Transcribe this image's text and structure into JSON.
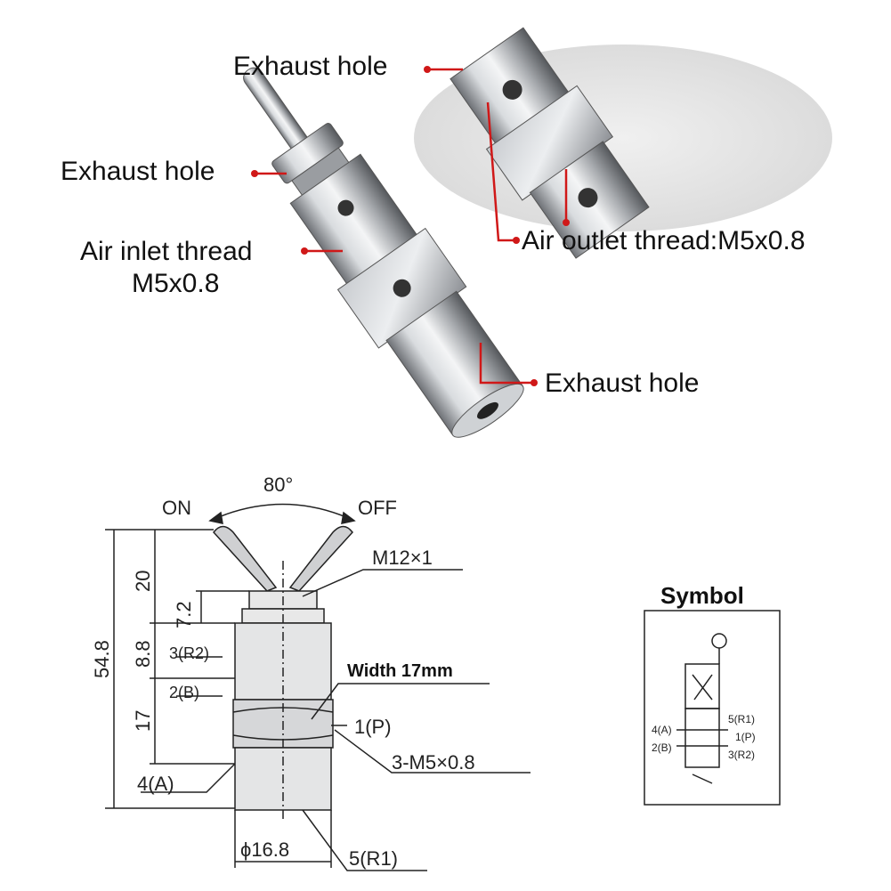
{
  "photo_callouts": {
    "exhaust_top": "Exhaust hole",
    "exhaust_side": "Exhaust hole",
    "air_inlet_line1": "Air inlet thread",
    "air_inlet_line2": "M5x0.8",
    "air_outlet": "Air outlet thread:M5x0.8",
    "exhaust_bottom": "Exhaust hole"
  },
  "drawing": {
    "angle": "80°",
    "on": "ON",
    "off": "OFF",
    "thread_top": "M12×1",
    "dim_54_8": "54.8",
    "dim_20": "20",
    "dim_7_2": "7.2",
    "dim_8_8": "8.8",
    "dim_17": "17",
    "port_3r2": "3(R2)",
    "port_2b": "2(B)",
    "port_4a": "4(A)",
    "width": "Width 17mm",
    "port_1p": "1(P)",
    "ports_thread": "3-M5×0.8",
    "diameter": "ϕ16.8",
    "port_5r1": "5(R1)"
  },
  "symbol": {
    "title": "Symbol",
    "p4a": "4(A)",
    "p2b": "2(B)",
    "p5r1": "5(R1)",
    "p1p": "1(P)",
    "p3r2": "3(R2)"
  },
  "colors": {
    "leader": "#d01818",
    "metal": "#b9bcc0",
    "line": "#222222"
  }
}
